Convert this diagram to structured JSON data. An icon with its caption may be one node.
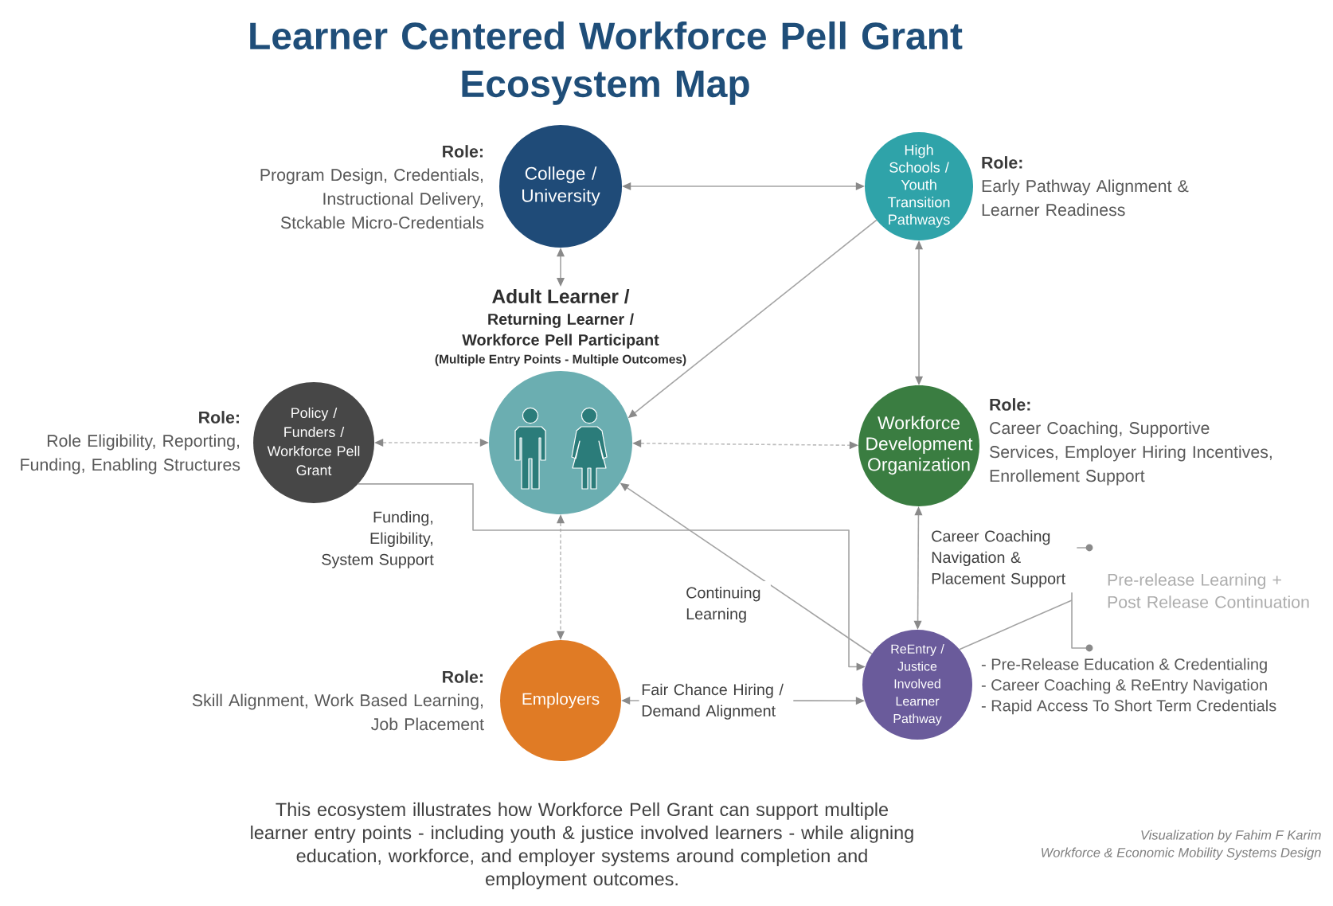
{
  "diagram": {
    "title": "Learner Centered Workforce Pell Grant Ecosystem Map",
    "caption": "This ecosystem illustrates how Workforce Pell Grant can support multiple learner entry points - including youth & justice involved learners - while aligning education, workforce, and employer systems around completion and employment outcomes.",
    "nodes": [
      {
        "text": [
          "College / University"
        ],
        "beside": [
          "Role:",
          "Program Design, Credentials, Instructional Delivery, Stckable Micro-Credentials"
        ]
      },
      {
        "text": [
          "High Schools / Youth Transition Pathways"
        ],
        "beside": [
          "Role:",
          "Early Pathway Alignment & Learner Readiness"
        ]
      },
      {
        "text": [
          "Adult Learner /",
          "Returning Learner / Workforce Pell Participant",
          "(Multiple Entry Points - Multiple Outcomes)"
        ]
      },
      {
        "text": [
          "Policy / Funders / Workforce Pell Grant"
        ],
        "beside": [
          "Role:",
          "Role Eligibility, Reporting, Funding, Enabling Structures"
        ]
      },
      {
        "text": [
          "Workforce Development Organization"
        ],
        "beside": [
          "Role:",
          "Career Coaching, Supportive Services, Employer Hiring Incentives, Enrollement Support"
        ]
      },
      {
        "text": [
          "Employers"
        ],
        "beside": [
          "Role:",
          "Skill Alignment, Work Based Learning, Job Placement"
        ]
      },
      {
        "text": [
          "ReEntry / Justice Involved Learner Pathway"
        ],
        "beside": [
          "- Pre-Release Education & Credentialing",
          "- Career Coaching & ReEntry Navigation",
          "- Rapid Access To Short Term Credentials"
        ]
      },
      {
        "text": [
          "Pre-release Learning + Post Release Continuation"
        ]
      }
    ],
    "edges": [
      {
        "from": 0,
        "to": 1,
        "arrow": "both"
      },
      {
        "from": 0,
        "to": 2,
        "arrow": "both"
      },
      {
        "from": 1,
        "to": 2,
        "arrow": "to"
      },
      {
        "from": 1,
        "to": 4,
        "arrow": "both"
      },
      {
        "from": 3,
        "to": 2,
        "arrow": "both",
        "style": "dashed"
      },
      {
        "from": 2,
        "to": 4,
        "arrow": "both",
        "style": "dashed"
      },
      {
        "from": 2,
        "to": 5,
        "arrow": "both",
        "style": "dashed"
      },
      {
        "from": 3,
        "to": 6,
        "arrow": "to",
        "label": "Funding, Eligibility, System Support"
      },
      {
        "from": 6,
        "to": 2,
        "arrow": "to",
        "label": "Continuing Learning"
      },
      {
        "from": 4,
        "to": 6,
        "arrow": "both",
        "label": "Career Coaching Navigation & Placement Support"
      },
      {
        "from": 5,
        "to": 6,
        "arrow": "both",
        "label": "Fair Chance Hiring / Demand Alignment"
      },
      {
        "from": 6,
        "to": 7,
        "arrow": "none"
      }
    ],
    "labels": [
      "Visualization by Fahim F Karim",
      "Workforce & Economic Mobility Systems Design"
    ]
  }
}
